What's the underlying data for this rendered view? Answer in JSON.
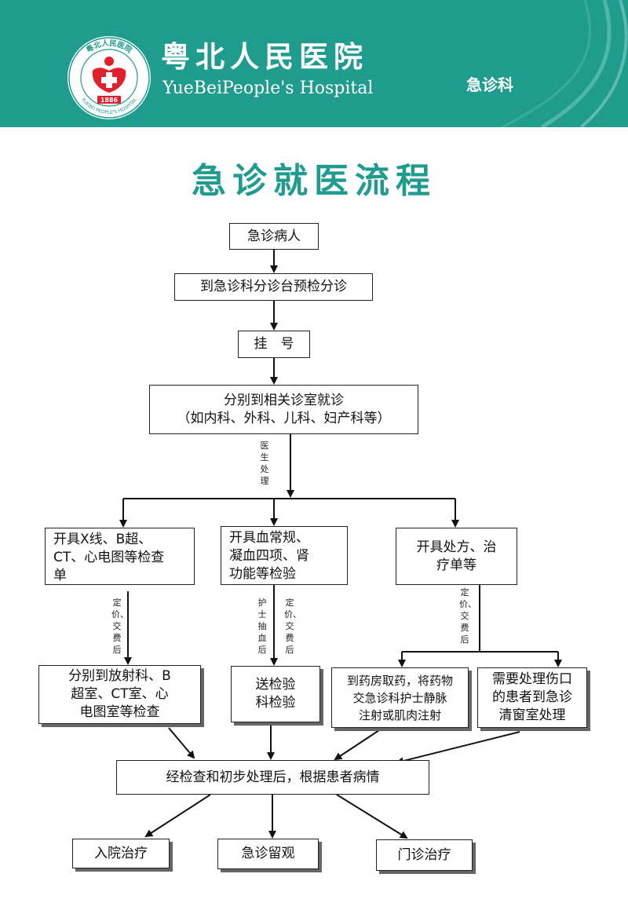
{
  "header": {
    "hospital_name_cn": "粤北人民医院",
    "hospital_name_en": "YueBeiPeople's Hospital",
    "department": "急诊科",
    "logo": {
      "ring_text_top": "粤北人民医院",
      "ring_text_bottom": "YUEBEI PEOPLE'S HOSPITAL",
      "year": "1886"
    }
  },
  "title": "急诊就医流程",
  "nodes": {
    "patient": "急诊病人",
    "triage": "到急诊科分诊台预检分诊",
    "register": "挂　号",
    "consult": [
      "分别到相关诊室就诊",
      "（如内科、外科、儿科、妇产科等）"
    ],
    "exam_order": [
      "开具X线、B超、",
      "CT、心电图等检查",
      "单"
    ],
    "lab_order": [
      "开具血常规、",
      "凝血四项、肾",
      "功能等检验"
    ],
    "prescription": [
      "开具处方、治",
      "疗单等"
    ],
    "exam_go": [
      "分别到放射科、B",
      "超室、CT室、心",
      "电图室等检查"
    ],
    "lab_send": [
      "送检验",
      "科检验"
    ],
    "pharmacy": [
      "到药房取药，将药物",
      "交急诊科护士静脉",
      "注射或肌肉注射"
    ],
    "wound": [
      "需要处理伤口",
      "的患者到急诊",
      "清窗室处理"
    ],
    "after_check": "经检查和初步处理后，根据患者病情",
    "admit": "入院治疗",
    "observe": "急诊留观",
    "outpatient": "门诊治疗"
  },
  "labels": {
    "doctor_handle": "医生处理",
    "pricing_pay": "定价、交费后",
    "nurse_draw": "护士抽血后"
  },
  "colors": {
    "brand_teal": "#1f9c8e",
    "logo_red": "#e0202a"
  }
}
